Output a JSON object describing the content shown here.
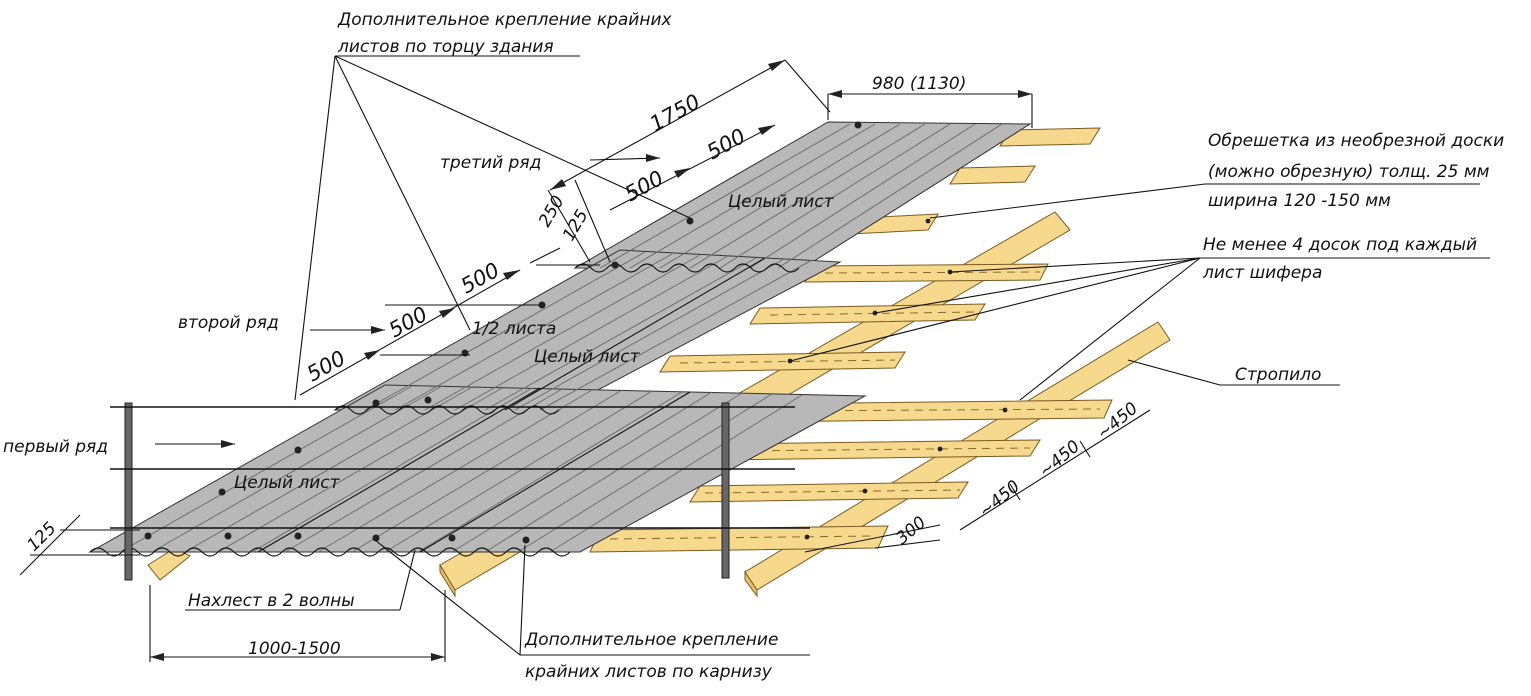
{
  "labels": {
    "end_fastening_top_1": "Дополнительное крепление крайних",
    "end_fastening_top_2": "листов по торцу здания",
    "third_row": "третий ряд",
    "second_row": "второй ряд",
    "first_row": "первый ряд",
    "whole_sheet": "Целый лист",
    "half_sheet": "1/2 листа",
    "lathing_1": "Обрешетка из необрезной доски",
    "lathing_2": "(можно обрезную) толщ. 25 мм",
    "lathing_3": "ширина 120 -150 мм",
    "boards_1": "Не менее 4 досок под каждый",
    "boards_2": "лист шифера",
    "rafter": "Стропило",
    "overlap": "Нахлест в 2 волны",
    "eave_fastening_1": "Дополнительное крепление",
    "eave_fastening_2": "крайних листов по карнизу"
  },
  "dimensions": {
    "d980": "980 (1130)",
    "d1750": "1750",
    "d500": "500",
    "d250": "250",
    "d125": "125",
    "d1000_1500": "1000-1500",
    "d300": "300",
    "d450": "~450"
  },
  "colors": {
    "wood": "#f7d98e",
    "sheet": "#b8b8b8"
  }
}
